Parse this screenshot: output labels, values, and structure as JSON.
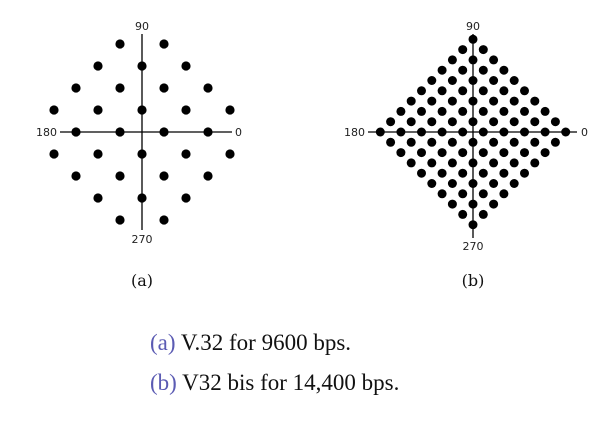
{
  "colors": {
    "dot": "#000000",
    "axis": "#000000",
    "caption_accent": "#5b5bb3",
    "text": "#111111"
  },
  "panels": [
    {
      "id": "a",
      "label": "(a)",
      "axis_labels": {
        "top": "90",
        "left": "180",
        "right": "0",
        "bottom": "270"
      },
      "points": [
        [
          -1,
          4
        ],
        [
          1,
          4
        ],
        [
          -2,
          3
        ],
        [
          0,
          3
        ],
        [
          2,
          3
        ],
        [
          -3,
          2
        ],
        [
          -1,
          2
        ],
        [
          1,
          2
        ],
        [
          3,
          2
        ],
        [
          -4,
          1
        ],
        [
          -2,
          1
        ],
        [
          0,
          1
        ],
        [
          2,
          1
        ],
        [
          4,
          1
        ],
        [
          -3,
          0
        ],
        [
          -1,
          0
        ],
        [
          1,
          0
        ],
        [
          3,
          0
        ],
        [
          -4,
          -1
        ],
        [
          -2,
          -1
        ],
        [
          0,
          -1
        ],
        [
          2,
          -1
        ],
        [
          4,
          -1
        ],
        [
          -3,
          -2
        ],
        [
          -1,
          -2
        ],
        [
          1,
          -2
        ],
        [
          3,
          -2
        ],
        [
          -2,
          -3
        ],
        [
          0,
          -3
        ],
        [
          2,
          -3
        ],
        [
          -1,
          -4
        ],
        [
          1,
          -4
        ]
      ]
    },
    {
      "id": "b",
      "label": "(b)",
      "axis_labels": {
        "top": "90",
        "left": "180",
        "right": "0",
        "bottom": "270"
      },
      "lattice_extent": 10
    }
  ],
  "caption": [
    {
      "letter": "(a)",
      "text": " V.32 for 9600 bps."
    },
    {
      "letter": "(b)",
      "text": " V32 bis for 14,400 bps."
    }
  ]
}
